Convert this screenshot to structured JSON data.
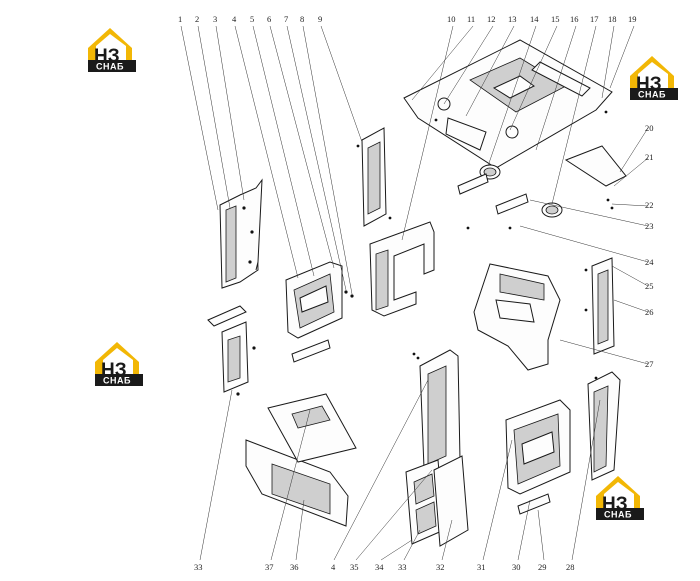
{
  "logo": {
    "mark_text": "НЗ",
    "caption": "СНАБ",
    "colors": {
      "accent": "#f2b705",
      "dark": "#1a1a1a",
      "caption_bg": "#1a1a1a"
    }
  },
  "callouts": {
    "top_row": [
      "1",
      "2",
      "3",
      "4",
      "5",
      "6",
      "7",
      "8",
      "9",
      "10",
      "11",
      "12",
      "13",
      "14",
      "15",
      "16",
      "17",
      "18",
      "19"
    ],
    "right_column": [
      "20",
      "21",
      "22",
      "23",
      "24",
      "25",
      "26",
      "27"
    ],
    "bottom_row": [
      "33",
      "37",
      "36",
      "4",
      "35",
      "34",
      "33",
      "32",
      "31",
      "30",
      "29",
      "28"
    ]
  }
}
